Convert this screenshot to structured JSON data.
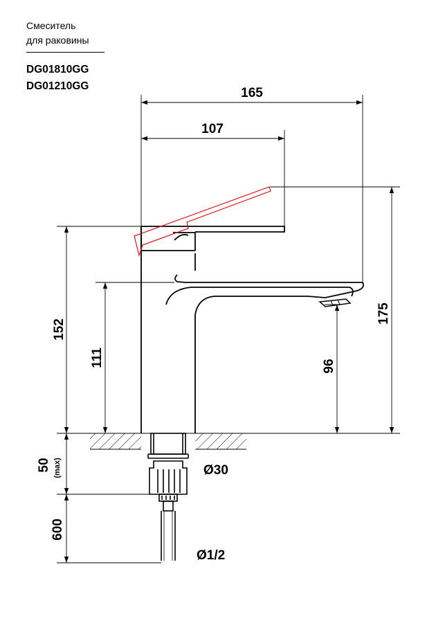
{
  "header": {
    "title_line1": "Смеситель",
    "title_line2": "для раковины",
    "models": [
      "DG01810GG",
      "DG01210GG"
    ]
  },
  "dimensions": {
    "overall_length": "165",
    "handle_length": "107",
    "body_height": "152",
    "handle_lift_height": "175",
    "spout_height": "111",
    "outlet_height": "96",
    "max_counter_thickness": "50",
    "max_label": "(max)",
    "hose_length": "600",
    "mount_diameter": "Ø30",
    "connection_diameter": "Ø1/2"
  },
  "colors": {
    "line": "#000000",
    "highlight": "#e0141c"
  }
}
